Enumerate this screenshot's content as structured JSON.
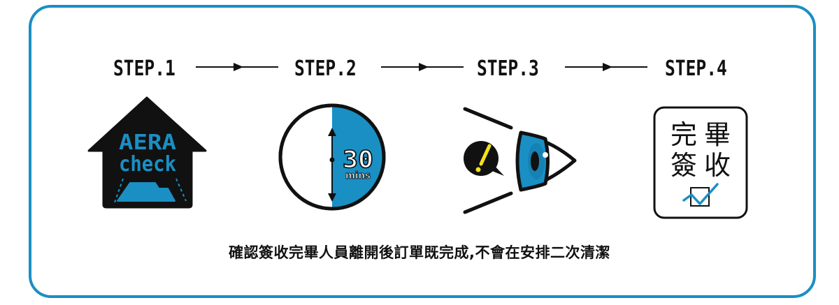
{
  "colors": {
    "accent_blue": "#1a8fc4",
    "dark": "#111111",
    "alert_yellow": "#f5e11b",
    "white": "#ffffff"
  },
  "steps": [
    {
      "label": "STEP.1",
      "icon": "house-icon",
      "icon_text": [
        "AERA",
        "check"
      ]
    },
    {
      "label": "STEP.2",
      "icon": "timer-icon",
      "icon_text": [
        "30",
        "mins"
      ]
    },
    {
      "label": "STEP.3",
      "icon": "eye-inspection-icon",
      "icon_text": []
    },
    {
      "label": "STEP.4",
      "icon": "signed-off-checkbox-icon",
      "icon_text": [
        "完",
        "畢",
        "簽",
        "收"
      ]
    }
  ],
  "connectors": [
    {
      "from": "STEP.1",
      "to": "STEP.2",
      "icon": "arrow-right-icon"
    },
    {
      "from": "STEP.2",
      "to": "STEP.3",
      "icon": "arrow-right-icon"
    },
    {
      "from": "STEP.3",
      "to": "STEP.4",
      "icon": "arrow-right-icon"
    }
  ],
  "caption": "確認簽收完畢人員離開後訂單既完成,不會在安排二次清潔"
}
